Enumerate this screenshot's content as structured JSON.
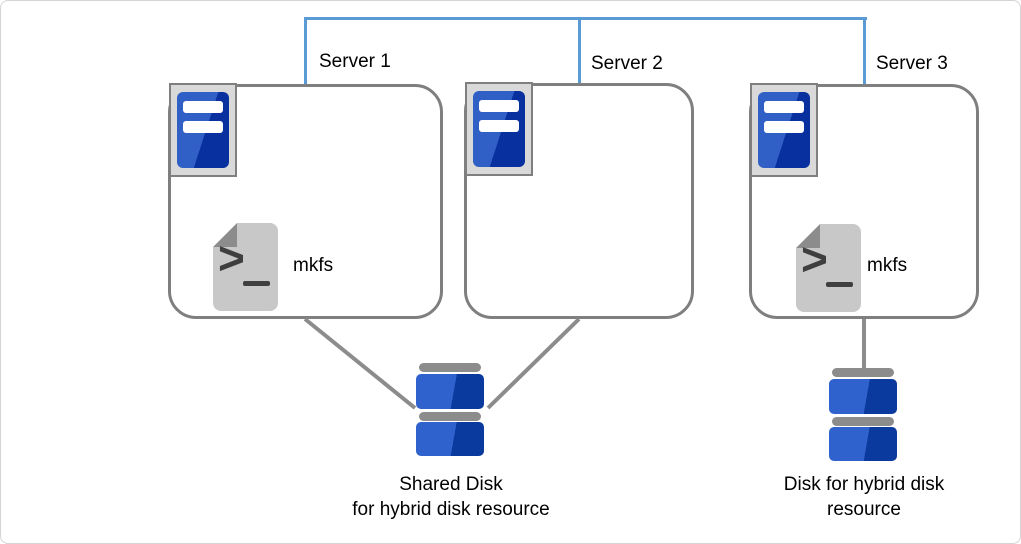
{
  "diagram": {
    "description": "Three-server cluster diagram with shared and local disks for hybrid disk resource",
    "network_line_color": "#5b9bd5",
    "box_border_color": "#7f7f7f",
    "connector_color": "#8c8c8c",
    "icon_blue_light": "#2f62cc",
    "icon_blue_dark": "#0b3a9e",
    "icon_frame_bg": "#d9d9d9",
    "document_gray": "#c8c8c8",
    "document_fold_gray": "#8c8c8c",
    "background": "#ffffff",
    "canvas_border": "#d4d4d4"
  },
  "servers": [
    {
      "label": "Server 1",
      "icon": "server-tower-icon",
      "script_label": "mkfs"
    },
    {
      "label": "Server 2",
      "icon": "server-tower-icon"
    },
    {
      "label": "Server 3",
      "icon": "server-tower-icon",
      "script_label": "mkfs"
    }
  ],
  "icons": {
    "terminal_glyph": ">"
  },
  "disks": [
    {
      "icon": "stacked-disk-icon",
      "caption_line1": "Shared Disk",
      "caption_line2": "for hybrid disk resource",
      "connected_to": [
        "Server 1",
        "Server 2"
      ]
    },
    {
      "icon": "stacked-disk-icon",
      "caption_line1": "Disk for hybrid disk",
      "caption_line2": "resource",
      "connected_to": [
        "Server 3"
      ]
    }
  ]
}
